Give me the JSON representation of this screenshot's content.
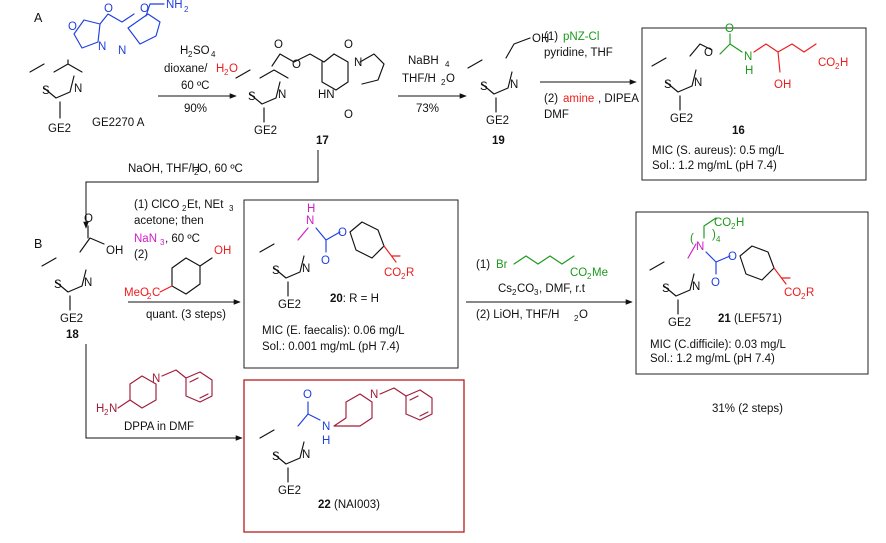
{
  "sections": {
    "a": "A",
    "b": "B"
  },
  "colors": {
    "blue": "#1f3fe0",
    "red": "#ee1c1c",
    "green": "#1b9a1b",
    "magenta": "#d01cc8",
    "maroon": "#a01c3a"
  },
  "atoms": {
    "S": "S",
    "N": "N",
    "O": "O",
    "H": "H",
    "HN": "HN",
    "OH": "OH",
    "NH2": "NH",
    "two": "2",
    "GE2": "GE2",
    "CO2H": "CO",
    "CO2R": "CO",
    "R": "R",
    "Br": "Br",
    "MeO2C": "MeO",
    "C": "C",
    "CO2Me": "CO",
    "Me": "Me",
    "H2N": "H",
    "paren_open": "(",
    "paren_sub": ")",
    "four": "4"
  },
  "compounds": {
    "ge2270a": "GE2270 A",
    "c17": "17",
    "c19": "19",
    "c16": "16",
    "c18": "18",
    "c20": "20",
    "c20_suffix": ": R = H",
    "c21": "21",
    "c21_suffix": " (LEF571)",
    "c22": "22",
    "c22_suffix": " (NAI003)"
  },
  "step1": {
    "reagent1": "H",
    "reagent1b": "SO",
    "reagent1c": "4",
    "solvent_a": "dioxane/",
    "solvent_b": "H",
    "solvent_c": "O",
    "temp": "60 ºC",
    "yield": "90%"
  },
  "step2": {
    "reagent": "NaBH",
    "reagent_sub": "4",
    "solvent": "THF/H",
    "solvent_b": "O",
    "yield": "73%"
  },
  "step3": {
    "l1_num": "(1) ",
    "l1_reagent": "pNZ-Cl",
    "l2": "pyridine, THF",
    "l3_num": "(2) ",
    "l3_reagent": "amine",
    "l3_rest": ", DIPEA",
    "l4": "DMF"
  },
  "step4": {
    "text": "NaOH, THF/H",
    "text_b": "O, 60 ºC"
  },
  "step5": {
    "l1": "(1) ClCO",
    "l1b": "Et, NEt",
    "l1c": "3",
    "l2": "acetone; then",
    "l3_reagent": "NaN",
    "l3_sub": "3",
    "l3_rest": ", 60 ºC",
    "l4": "(2)",
    "yield": "quant. (3 steps)"
  },
  "step6": {
    "l1_num": "(1)",
    "l2": "Cs",
    "l2b": "CO",
    "l2c": ", DMF, r.t",
    "l3": "(2) LiOH, THF/H",
    "l3b": "O",
    "yield": "31% (2 steps)"
  },
  "step7": {
    "reagent": "DPPA in DMF"
  },
  "props": {
    "c16_mic_a": "MIC (",
    "c16_mic_org": "S. aureus",
    "c16_mic_b": "): 0.5 mg/L",
    "c16_sol": "Sol.: 1.2 mg/mL (pH 7.4)",
    "c20_mic_a": "MIC (",
    "c20_mic_org": "E. faecalis",
    "c20_mic_b": "): 0.06  mg/L",
    "c20_sol": "Sol.: 0.001 mg/mL (pH 7.4)",
    "c21_mic_a": "MIC (",
    "c21_mic_org": "C.difficile",
    "c21_mic_b": "): 0.03  mg/L",
    "c21_sol": "Sol.: 1.2 mg/mL (pH 7.4)"
  }
}
